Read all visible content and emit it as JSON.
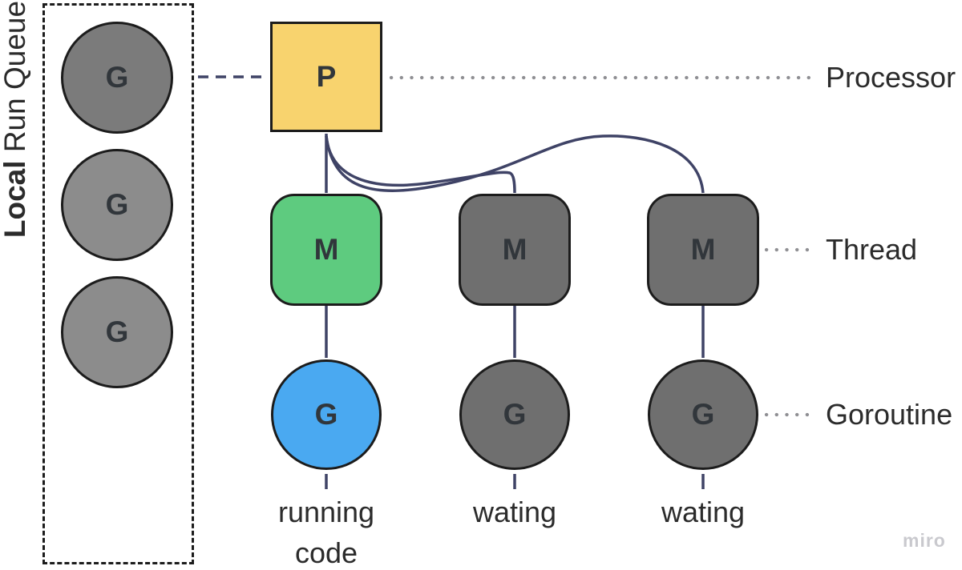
{
  "colors": {
    "label-text": "#2B2B2B",
    "node-letter": "#31363B",
    "navy-line": "#3F4366",
    "dotted-line": "#8F8F93",
    "shape-border": "#1C1C1C",
    "processor-fill": "#F8D36E",
    "running-thread-fill": "#5ECB7F",
    "running-goroutine-fill": "#4AA9F1",
    "idle-fill": "#6F6F6F",
    "queue-circle-first-fill": "#7B7B7B",
    "queue-circle-fill": "#8C8C8C",
    "watermark": "#C9C9CE"
  },
  "queue": {
    "title_bold": "Local",
    "title_rest": " Run Queue",
    "items": [
      {
        "label": "G"
      },
      {
        "label": "G"
      },
      {
        "label": "G"
      }
    ]
  },
  "processor": {
    "label": "P"
  },
  "columns": [
    {
      "thread_label": "M",
      "goroutine_label": "G",
      "status": "running code"
    },
    {
      "thread_label": "M",
      "goroutine_label": "G",
      "status": "wating"
    },
    {
      "thread_label": "M",
      "goroutine_label": "G",
      "status": "wating"
    }
  ],
  "legend": {
    "processor": "Processor",
    "thread": "Thread",
    "goroutine": "Goroutine"
  },
  "watermark": "miro"
}
